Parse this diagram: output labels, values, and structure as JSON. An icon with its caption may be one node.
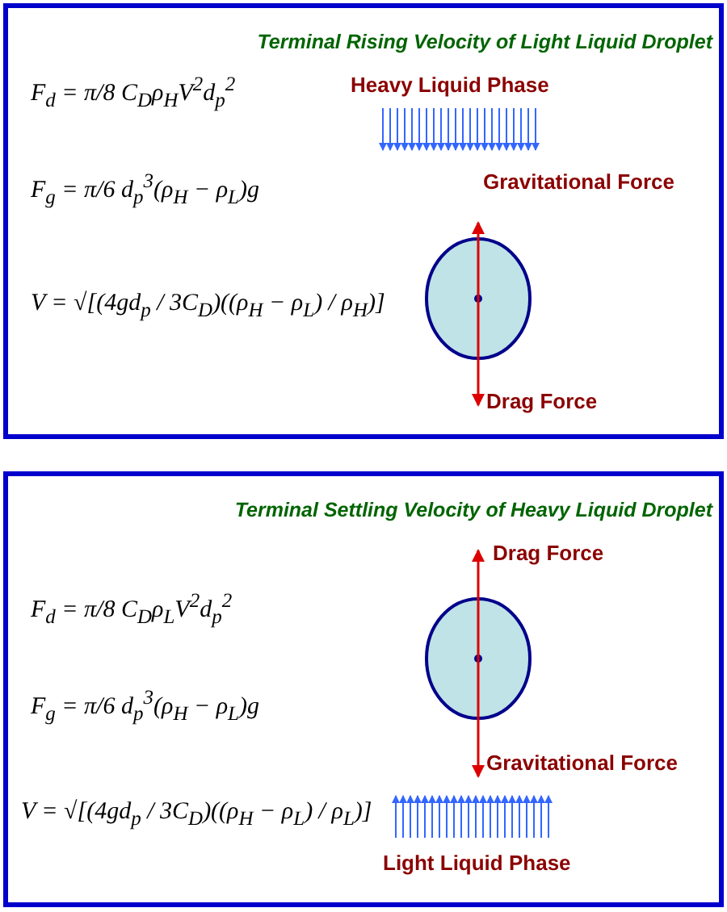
{
  "diagram": {
    "nodes": [
      {
        "text": [
          "Terminal Rising Velocity of Light Liquid Droplet"
        ]
      },
      {
        "text": [
          "Terminal Settling Velocity of Heavy Liquid Droplet"
        ]
      }
    ],
    "labels": [
      "Heavy Liquid Phase",
      "F$_{d}$ = π/8 C$_{D}$ρ$_{H}$V$^{2}$d$_{p}$$^{2}$",
      "Gravitational Force",
      "F$_{g}$ = π/6 d$_{p}$$^{3}$(ρ$_{H}$ − ρ$_{L}$)g",
      "V = √[(4gd$_{p}$ / 3C$_{D}$)((ρ$_{H}$ − ρ$_{L}$) / ρ$_{H}$)]",
      "Drag Force",
      "Drag Force",
      "F$_{d}$ = π/8 C$_{D}$ρ$_{L}$V$^{2}$d$_{p}$$^{2}$",
      "F$_{g}$ = π/6 d$_{p}$$^{3}$(ρ$_{H}$ − ρ$_{L}$)g",
      "Gravitational Force",
      "V = √[(4gd$_{p}$ / 3C$_{D}$)((ρ$_{H}$ − ρ$_{L}$) / ρ$_{L}$)]",
      "Light Liquid Phase"
    ]
  }
}
